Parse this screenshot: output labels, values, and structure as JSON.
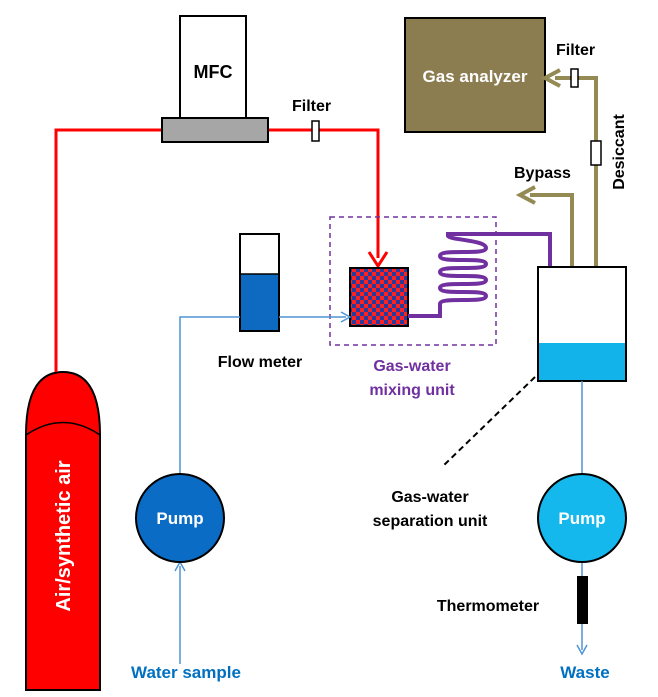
{
  "labels": {
    "mfc": "MFC",
    "filter_air": "Filter",
    "filter_gas": "Filter",
    "gas_analyzer": "Gas analyzer",
    "desiccant": "Desiccant",
    "bypass": "Bypass",
    "flow_meter": "Flow meter",
    "mixing_line1": "Gas-water",
    "mixing_line2": "mixing unit",
    "separation_line1": "Gas-water",
    "separation_line2": "separation unit",
    "air_tank": "Air/synthetic air",
    "pump_left": "Pump",
    "pump_right": "Pump",
    "thermometer": "Thermometer",
    "water_sample": "Water sample",
    "waste": "Waste"
  },
  "colors": {
    "air_line": "#ff0000",
    "mixed_line": "#7030a0",
    "gas_line": "#948a54",
    "water_line": "#4f94d4",
    "analyzer_fill": "#8b7d4f",
    "pump_left_fill": "#0a6cc5",
    "pump_right_fill": "#14b8ec",
    "flow_meter_fill": "#0e6ac0",
    "separation_water": "#12b2ea",
    "purple_label": "#7030a0",
    "blue_label": "#0070c0"
  }
}
